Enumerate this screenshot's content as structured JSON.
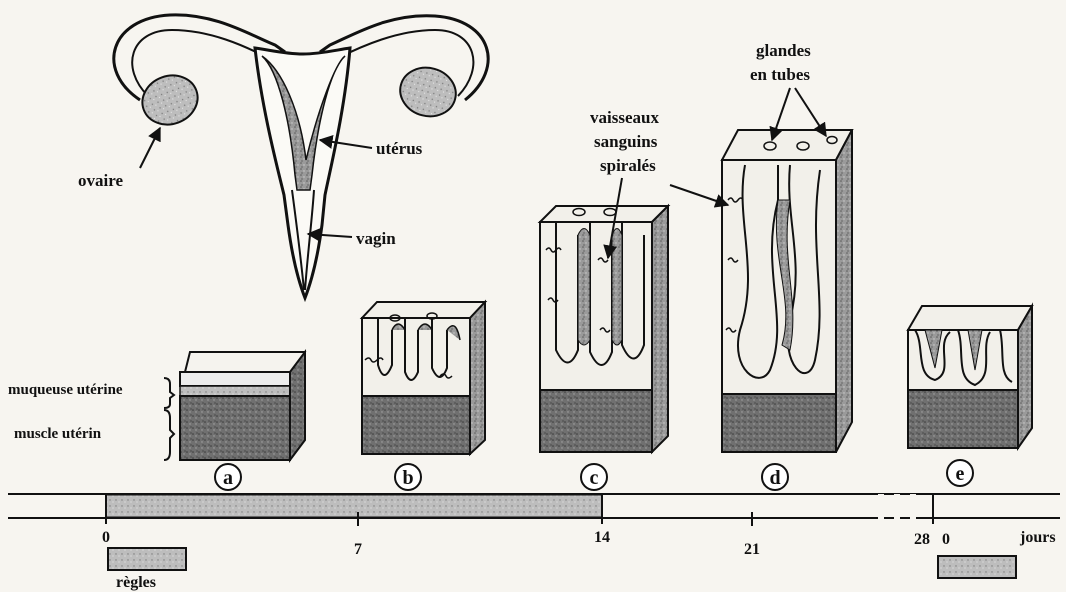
{
  "anatomy_labels": {
    "ovary": "ovaire",
    "uterus": "utérus",
    "vagina": "vagin"
  },
  "layer_labels": {
    "mucosa": "muqueuse utérine",
    "muscle": "muscle utérin"
  },
  "feature_labels": {
    "vessels_line1": "vaisseaux",
    "vessels_line2": "sanguins",
    "vessels_line3": "spiralés",
    "glands_line1": "glandes",
    "glands_line2": "en tubes"
  },
  "stages": [
    "a",
    "b",
    "c",
    "d",
    "e"
  ],
  "timeline": {
    "ticks": [
      "0",
      "7",
      "14",
      "21",
      "28",
      "0"
    ],
    "unit": "jours",
    "menses_label": "règles"
  },
  "colors": {
    "ink": "#111111",
    "tissue": "#8f8f8f",
    "muscle": "#6e6e6e",
    "mucosa_light": "#f2f0ea",
    "paper": "#f7f5f0"
  }
}
